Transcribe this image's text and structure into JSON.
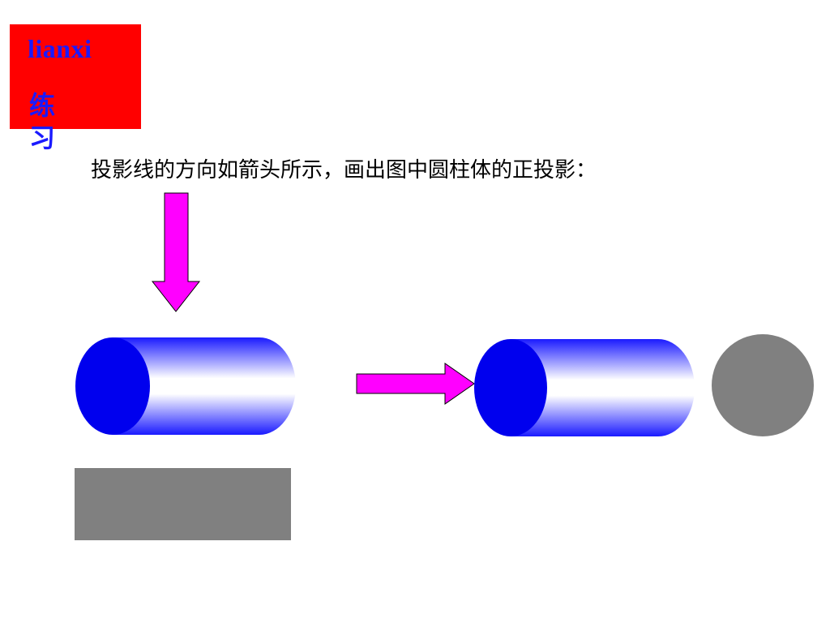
{
  "badge": {
    "latin": "lianxi",
    "cjk": "练 习"
  },
  "instruction": "投影线的方向如箭头所示，画出图中圆柱体的正投影：",
  "colors": {
    "badge_bg": "#ff0000",
    "badge_text": "#1a1aff",
    "arrow": "#ff00ff",
    "cylinder_cap": "#0000ee",
    "cylinder_edge": "#1a1aff",
    "projection": "#808080"
  }
}
